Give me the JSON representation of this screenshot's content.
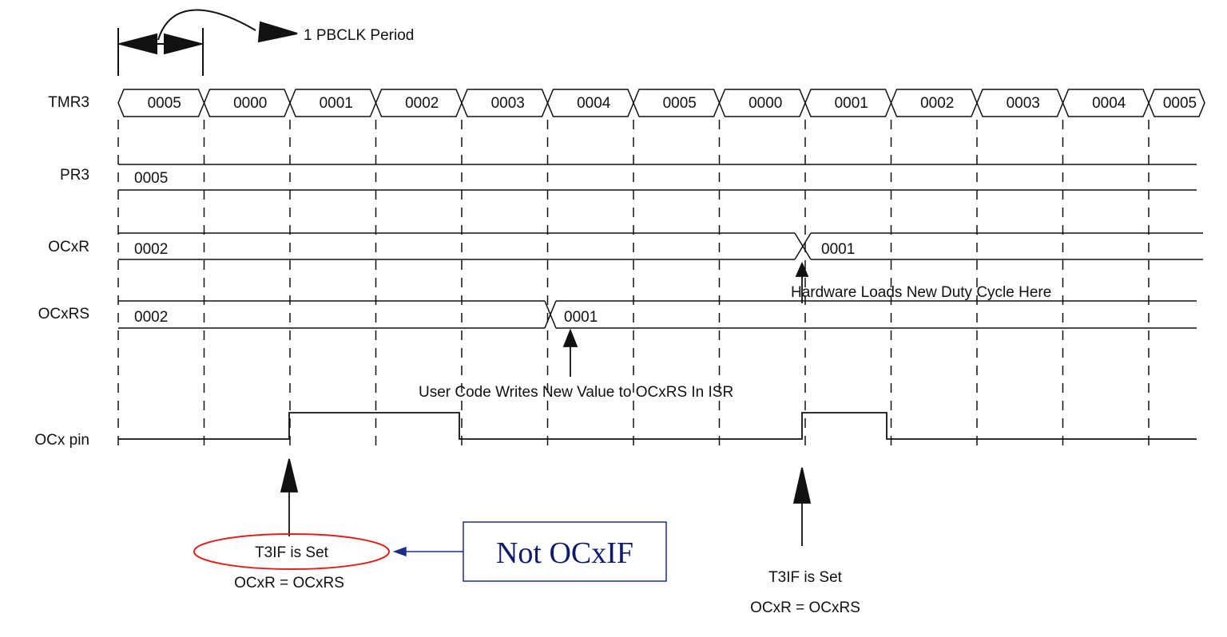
{
  "header": {
    "period_label": "1 PBCLK Period"
  },
  "signals": {
    "tmr3": {
      "label": "TMR3",
      "values": [
        "0005",
        "0000",
        "0001",
        "0002",
        "0003",
        "0004",
        "0005",
        "0000",
        "0001",
        "0002",
        "0003",
        "0004",
        "0005"
      ]
    },
    "pr3": {
      "label": "PR3",
      "value": "0005"
    },
    "ocxr": {
      "label": "OCxR",
      "value_before": "0002",
      "value_after": "0001"
    },
    "ocxrs": {
      "label": "OCxRS",
      "value_before": "0002",
      "value_after": "0001"
    },
    "ocxpin": {
      "label": "OCx pin"
    }
  },
  "annotations": {
    "hw_loads": "Hardware Loads New Duty Cycle Here",
    "user_writes": "User Code Writes New Value to OCxRS In ISR",
    "t3if_1_line1": "T3IF is Set",
    "t3if_1_line2": "OCxR = OCxRS",
    "t3if_2_line1": "T3IF is Set",
    "t3if_2_line2": "OCxR = OCxRS",
    "not_ocxif": "Not OCxIF"
  },
  "colors": {
    "ink": "#111111",
    "ellipse": "#e0201b",
    "box_border": "#1b2f8a",
    "box_text": "#0f1a6b",
    "arrow_blue": "#1b2f8a"
  }
}
